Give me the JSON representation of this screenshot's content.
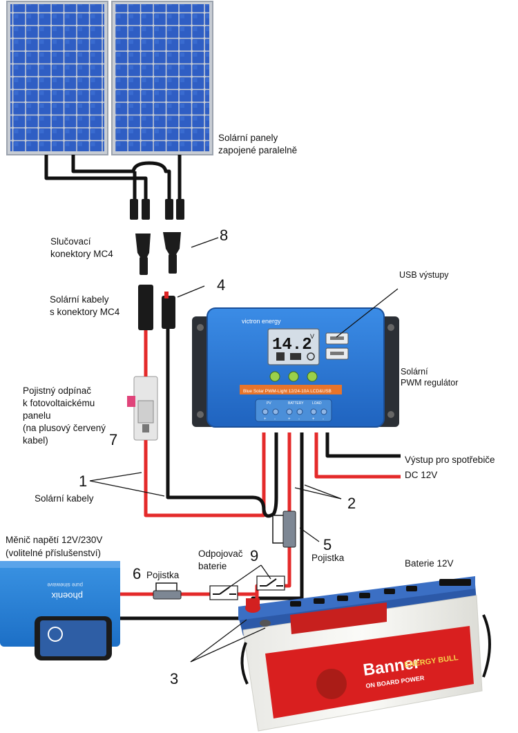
{
  "labels": {
    "panels": [
      "Solární panely",
      "zapojené paralelně"
    ],
    "merge_connectors": [
      "Slučovací",
      "konektory MC4"
    ],
    "solar_cables_mc4": [
      "Solární kabely",
      "s konektory MC4"
    ],
    "fuse_disconnector": [
      "Pojistný odpínač",
      "k fotovoltaickému",
      "panelu",
      "(na plusový červený",
      "kabel)"
    ],
    "solar_cables": "Solární kabely",
    "inverter": [
      "Měnič napětí 12V/230V",
      "(volitelné příslušenství)"
    ],
    "fuse_6": "Pojistka",
    "fuse_5": "Pojistka",
    "battery_disconnector": [
      "Odpojovač",
      "baterie"
    ],
    "battery": "Baterie 12V",
    "usb": "USB výstupy",
    "regulator": [
      "Solární",
      "PWM regulátor"
    ],
    "load_output": [
      "Výstup pro spotřebiče",
      "DC 12V"
    ]
  },
  "numbers": {
    "n1": "1",
    "n2": "2",
    "n3": "3",
    "n4": "4",
    "n5": "5",
    "n6": "6",
    "n7": "7",
    "n8": "8",
    "n9": "9"
  },
  "controller": {
    "brand": "victron energy",
    "display": "14.2",
    "display_unit": "V",
    "model": "Blue Solar PWM-Light 12/24-10A LCD&USB",
    "terminal_groups": [
      "PV",
      "BATTERY",
      "LOAD"
    ],
    "polarity": [
      "+",
      "-",
      "+",
      "-",
      "+",
      "-"
    ]
  },
  "inverter_device": {
    "brand": "phoenix",
    "subtitle": "pure sinewave"
  },
  "battery_device": {
    "brand": "Banner",
    "line1": "ENERGY BULL",
    "line2": "ON BOARD POWER"
  },
  "colors": {
    "wire_red": "#e42a2a",
    "wire_black": "#111111",
    "panel_cell": "#2f5ec4",
    "controller_blue": "#2a77d3",
    "battery_top": "#2c59a8",
    "battery_label": "#d91f1f"
  }
}
